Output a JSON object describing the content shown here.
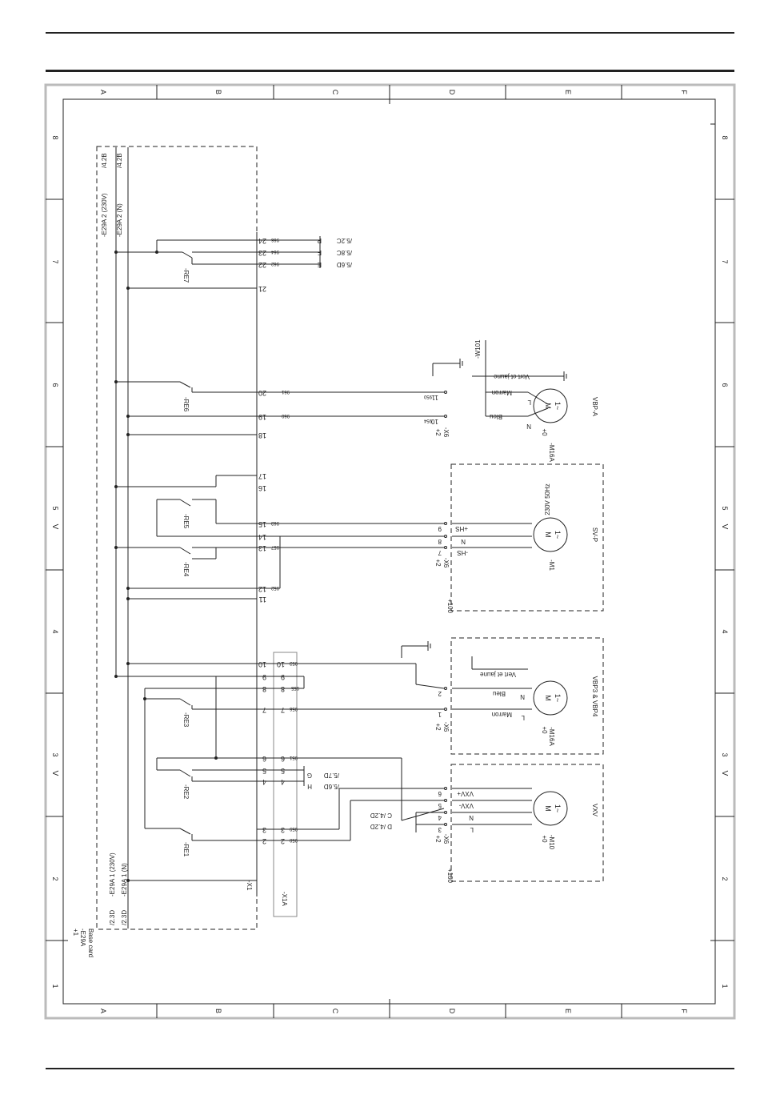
{
  "columns": [
    "A",
    "B",
    "C",
    "D",
    "E",
    "F"
  ],
  "rows": [
    "1",
    "2",
    "3",
    "4",
    "5",
    "6",
    "7",
    "8"
  ],
  "row_markers": [
    "V",
    "V"
  ],
  "card": {
    "ref": "+1",
    "id": "-E29A",
    "name": "Base card"
  },
  "top_refs": [
    {
      "net": "-E29A 2 (230V)",
      "ref": "/4.2B"
    },
    {
      "net": "-E29A 2 (N)",
      "ref": "/4.2B"
    }
  ],
  "bottom_refs": [
    {
      "net": "-E29A 1 (230V)",
      "ref": "/2.3D"
    },
    {
      "net": "-E29A 1 (N)",
      "ref": "/2.3D"
    }
  ],
  "terminal_strip": {
    "id": "-X1",
    "extension_id": "-X1A"
  },
  "relays": [
    "-RE7",
    "-RE6",
    "-RE5",
    "-RE4",
    "-RE3",
    "-RE2",
    "-RE1"
  ],
  "terminals_x1": [
    "24",
    "23",
    "22",
    "21",
    "20",
    "19",
    "18",
    "17",
    "16",
    "15",
    "14",
    "13",
    "12",
    "11",
    "10",
    "9",
    "8",
    "7",
    "6",
    "5",
    "4",
    "3",
    "2"
  ],
  "terminals_x1a": [
    "10",
    "9",
    "8",
    "7",
    "6",
    "5",
    "4",
    "3",
    "2"
  ],
  "re7_refs": [
    {
      "code": "P",
      "ref": "/5.2C"
    },
    {
      "code": "F",
      "ref": "/5.8C"
    },
    {
      "code": "E",
      "ref": "/5.6D"
    }
  ],
  "re2_refs": [
    {
      "code": "G",
      "ref": "/5.7D"
    },
    {
      "code": "H",
      "ref": "/5.6D"
    }
  ],
  "vxv_refs": [
    {
      "code": "C",
      "ref": "/4.2D"
    },
    {
      "code": "D",
      "ref": "/4.2D"
    }
  ],
  "devices": {
    "vbp_a": {
      "name": "VBP-A",
      "motor": "-M16A",
      "conn": "-X6",
      "conn_ref": "+2",
      "ref": "+0",
      "pins": [
        "11",
        "10"
      ],
      "wires": [
        "Marron",
        "Bleu"
      ],
      "earth_label": "Vert et jaune",
      "earth_id": "-W101",
      "lines": [
        "L",
        "N"
      ]
    },
    "sv_p": {
      "name": "SV-P",
      "motor": "-M1",
      "conn": "-X6",
      "conn_ref": "+2",
      "ref": "+100",
      "spec": "230V 50Hz",
      "pins": [
        "9",
        "8",
        "7"
      ],
      "signals": [
        "+HS",
        "N",
        "-HS"
      ]
    },
    "vbp3": {
      "name": "VBP3 & VBP4",
      "motor": "-M16A",
      "conn": "-X6",
      "conn_ref": "+2",
      "ref": "+0",
      "pins": [
        "2",
        "1"
      ],
      "wires": [
        "Bleu",
        "Marron"
      ],
      "earth_label": "Vert et jaune",
      "lines": [
        "N",
        "L"
      ]
    },
    "vxv": {
      "name": "VXV",
      "motor": "-M10",
      "conn": "-X6",
      "conn_ref": "+2",
      "ref": "+0",
      "cab_ref": "+100",
      "pins": [
        "6",
        "5",
        "4",
        "3"
      ],
      "signals": [
        "VXV+",
        "VXV-",
        "N",
        "L"
      ]
    }
  },
  "wire_codes": [
    "966",
    "964",
    "962",
    "961",
    "960",
    "963",
    "957",
    "952",
    "953",
    "955",
    "956",
    "951",
    "959",
    "958",
    "950",
    "954"
  ],
  "motor_symbol": {
    "letter": "M",
    "phase": "1~"
  }
}
